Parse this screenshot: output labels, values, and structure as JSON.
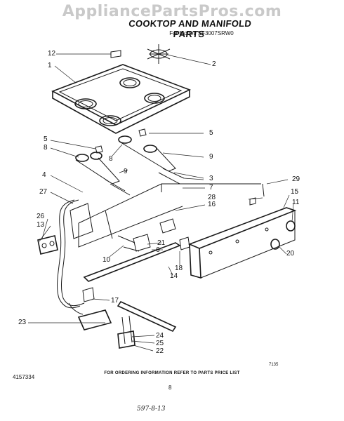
{
  "watermark": "AppliancePartsPros.com",
  "header": {
    "title": "COOKTOP AND MANIFOLD PARTS",
    "subtitle": "For Model: SF3007SRW0"
  },
  "callouts": {
    "c1": "1",
    "c2": "2",
    "c3": "3",
    "c4": "4",
    "c5a": "5",
    "c5b": "5",
    "c6": "6",
    "c7": "7",
    "c8a": "8",
    "c8b": "8",
    "c9a": "9",
    "c9b": "9",
    "c10": "10",
    "c11": "11",
    "c12": "12",
    "c13": "13",
    "c14": "14",
    "c15": "15",
    "c16": "16",
    "c17": "17",
    "c18": "18",
    "c20": "20",
    "c21": "21",
    "c22": "22",
    "c23": "23",
    "c24": "24",
    "c25": "25",
    "c26": "26",
    "c27": "27",
    "c28": "28",
    "c29": "29"
  },
  "footer": {
    "part_number": "4157334",
    "ordering_note": "FOR ORDERING INFORMATION REFER TO PARTS PRICE LIST",
    "page": "8",
    "sheet_code": "7135",
    "handwritten_note": "597-8-13"
  }
}
